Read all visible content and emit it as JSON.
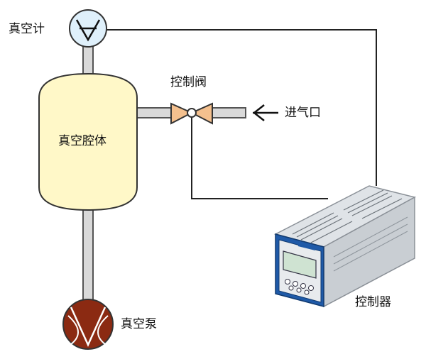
{
  "labels": {
    "vacuum_gauge": "真空计",
    "vacuum_chamber": "真空腔体",
    "control_valve": "控制阀",
    "gas_inlet": "进气口",
    "controller": "控制器",
    "vacuum_pump": "真空泵"
  },
  "colors": {
    "pipe_fill": "#d9d9d9",
    "pipe_stroke": "#555555",
    "wire": "#222222",
    "gauge_fill": "#dff0fb",
    "chamber_fill": "#fff8c8",
    "valve_fill": "#f4c08e",
    "pump_fill": "#8b2a12",
    "device_body": "#e8ebee",
    "device_panel": "#1f5aa8",
    "device_screen": "#cfe3d2"
  },
  "icons": {
    "gauge": "gauge-icon",
    "valve": "valve-icon",
    "pump": "pump-icon",
    "arrow": "arrow-left-icon",
    "controller": "controller-device-icon"
  }
}
